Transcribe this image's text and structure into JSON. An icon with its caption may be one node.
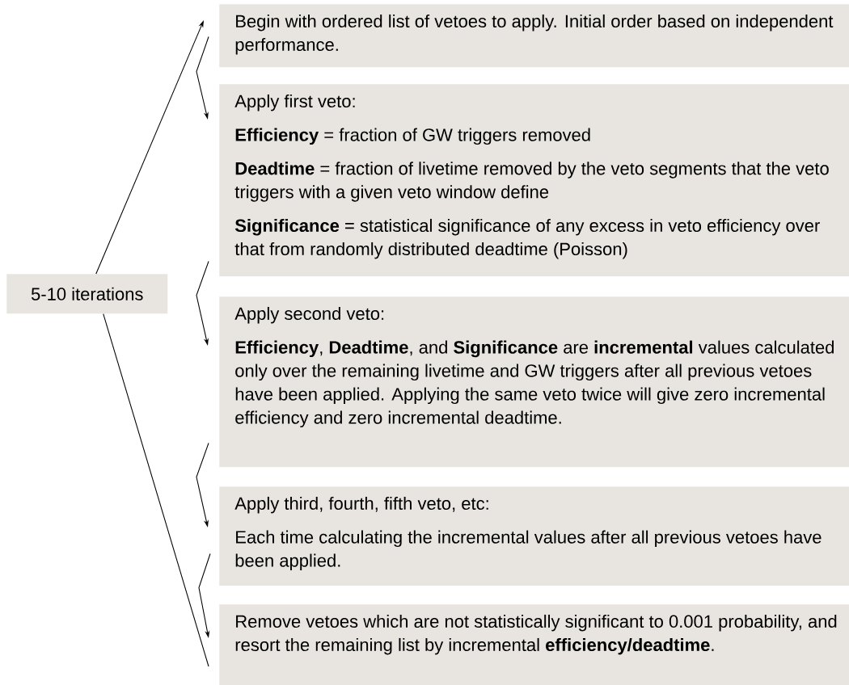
{
  "diagram": {
    "nodes": [
      {
        "text": [
          "5-10 iterations"
        ]
      },
      {
        "text": [
          "Begin with ordered list of vetoes to apply. Initial order based on independent performance."
        ]
      },
      {
        "text": [
          "Apply first veto:",
          "**Efficiency** = fraction of GW triggers removed",
          "**Deadtime** = fraction of livetime removed by the veto segments that the veto triggers with a given veto window define",
          "**Significance** = statistical significance of any excess in veto efficiency over that from randomly distributed deadtime (Poisson)"
        ]
      },
      {
        "text": [
          "Apply second veto:",
          "**Efficiency**, **Deadtime**, and **Significance** are **incremental** values calculated only over the remaining livetime and GW triggers after all previous vetoes have been applied. Applying the same veto twice will give zero incremental efficiency and zero incremental deadtime."
        ]
      },
      {
        "text": [
          "Apply third, fourth, fifth veto, etc:",
          "Each time calculating the incremental values after all previous vetoes have been applied."
        ]
      },
      {
        "text": [
          "Remove vetoes which are not statistically significant to 0.001 probability, and resort the remaining list by incremental **efficiency/deadtime**."
        ]
      }
    ],
    "edges": [
      {
        "from": 5,
        "to": 0,
        "arrow": "none"
      },
      {
        "from": 0,
        "to": 1,
        "arrow": "to"
      },
      {
        "from": 1,
        "to": 2,
        "arrow": "to"
      },
      {
        "from": 2,
        "to": 3,
        "arrow": "to"
      },
      {
        "from": 3,
        "to": 4,
        "arrow": "to"
      },
      {
        "from": 4,
        "to": 5,
        "arrow": "to"
      }
    ]
  }
}
